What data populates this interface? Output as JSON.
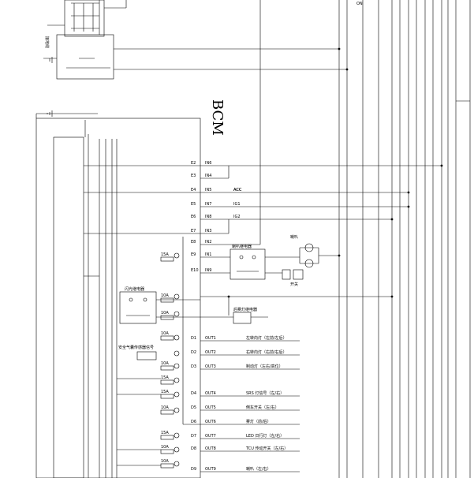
{
  "module": {
    "name": "BCM"
  },
  "connector_labels": {
    "top_left_a": "接地线",
    "rail_right_1": "ACC",
    "rail_right_2": "ON"
  },
  "pins": [
    {
      "num": "E2",
      "sig": "IN6",
      "desc": ""
    },
    {
      "num": "E3",
      "sig": "IN4",
      "desc": ""
    },
    {
      "num": "E4",
      "sig": "IN5",
      "desc": "ACC"
    },
    {
      "num": "E5",
      "sig": "IN7",
      "desc": "IG1"
    },
    {
      "num": "E6",
      "sig": "IN8",
      "desc": "IG2"
    },
    {
      "num": "E7",
      "sig": "IN3",
      "desc": ""
    },
    {
      "num": "E8",
      "sig": "IN2",
      "desc": ""
    },
    {
      "num": "E9",
      "sig": "IN1",
      "desc": ""
    },
    {
      "num": "E10",
      "sig": "IN9",
      "desc": ""
    },
    {
      "num": "D1",
      "sig": "OUT1",
      "desc": "左转向灯（左前/左后）"
    },
    {
      "num": "D2",
      "sig": "OUT2",
      "desc": "右转向灯（右前/右后）"
    },
    {
      "num": "D3",
      "sig": "OUT3",
      "desc": "制动灯（左右/高位）"
    },
    {
      "num": "D4",
      "sig": "OUT4",
      "desc": "SRS 灯信号（左/右）"
    },
    {
      "num": "D5",
      "sig": "OUT5",
      "desc": "倒车开关（左/右）"
    },
    {
      "num": "D6",
      "sig": "OUT6",
      "desc": "雾灯（前/后）"
    },
    {
      "num": "D7",
      "sig": "OUT7",
      "desc": "LED 日行灯（左/右）"
    },
    {
      "num": "D8",
      "sig": "OUT8",
      "desc": "TCU 传动开关（左/右）"
    },
    {
      "num": "D9",
      "sig": "OUT9",
      "desc": "喇叭（左/右）"
    }
  ],
  "fuses": [
    {
      "label": "15A"
    },
    {
      "label": "10A"
    },
    {
      "label": "10A"
    },
    {
      "label": "10A"
    },
    {
      "label": "10A"
    },
    {
      "label": "15A"
    },
    {
      "label": "15A"
    },
    {
      "label": "10A"
    },
    {
      "label": "15A"
    },
    {
      "label": "10A"
    },
    {
      "label": "10A"
    }
  ],
  "relays": [
    {
      "label": "喇叭继电器"
    },
    {
      "label": "后雾灯继电器"
    },
    {
      "label": "闪光继电器"
    }
  ],
  "annotations": {
    "warning_note": "安全气囊传感器信号",
    "horn": "喇叭",
    "switch": "开关"
  },
  "colors": {
    "line": "#000000",
    "background": "#ffffff"
  }
}
